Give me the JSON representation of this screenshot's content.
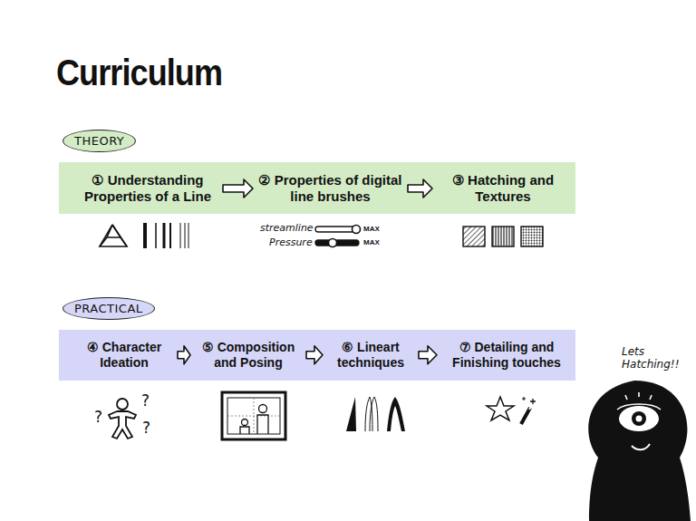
{
  "diagram": {
    "title": "Curriculum",
    "nodes": [
      {
        "text": [
          "THEORY"
        ]
      },
      {
        "text": [
          "① Understanding Properties of a Line"
        ],
        "in": 0
      },
      {
        "text": [
          "② Properties of digital line brushes"
        ],
        "in": 0
      },
      {
        "text": [
          "③ Hatching and Textures"
        ],
        "in": 0
      },
      {
        "text": [
          "PRACTICAL"
        ]
      },
      {
        "text": [
          "④ Character Ideation"
        ],
        "in": 4
      },
      {
        "text": [
          "⑤ Composition and Posing"
        ],
        "in": 4
      },
      {
        "text": [
          "⑥ Lineart techniques"
        ],
        "in": 4
      },
      {
        "text": [
          "⑦ Detailing and Finishing touches"
        ],
        "in": 4
      }
    ],
    "edges": [
      {
        "from": 1,
        "to": 2,
        "arrow": "to"
      },
      {
        "from": 2,
        "to": 3,
        "arrow": "to"
      },
      {
        "from": 5,
        "to": 6,
        "arrow": "to"
      },
      {
        "from": 6,
        "to": 7,
        "arrow": "to"
      },
      {
        "from": 7,
        "to": 8,
        "arrow": "to"
      }
    ],
    "labels": [
      "streamline",
      "MAX",
      "Pressure",
      "MAX",
      "?",
      "?",
      "?",
      "Lets Hatching!!"
    ]
  }
}
